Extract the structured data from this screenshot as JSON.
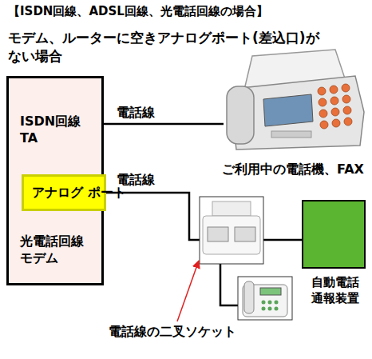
{
  "diagram": {
    "title": "【ISDN回線、ADSL回線、光電話回線の場合】",
    "nodes": [
      {
        "text": [
          "ISDN回線 TA",
          "光電話回線 モデム"
        ]
      },
      {
        "text": [
          "アナログ ポート"
        ],
        "in": 0
      },
      {
        "text": [
          "ご利用中の電話機、FAX"
        ]
      },
      {
        "text": [
          "自動電話 通報装置"
        ]
      }
    ],
    "edges": [
      {
        "from": 0,
        "to": 2,
        "arrow": "none",
        "label": "電話線"
      },
      {
        "from": 1,
        "to": 3,
        "arrow": "none",
        "label": "電話線"
      }
    ],
    "labels": [
      "モデム、ルーターに空きアナログポート(差込口)が ない場合",
      "電話線の二叉ソケット"
    ]
  }
}
